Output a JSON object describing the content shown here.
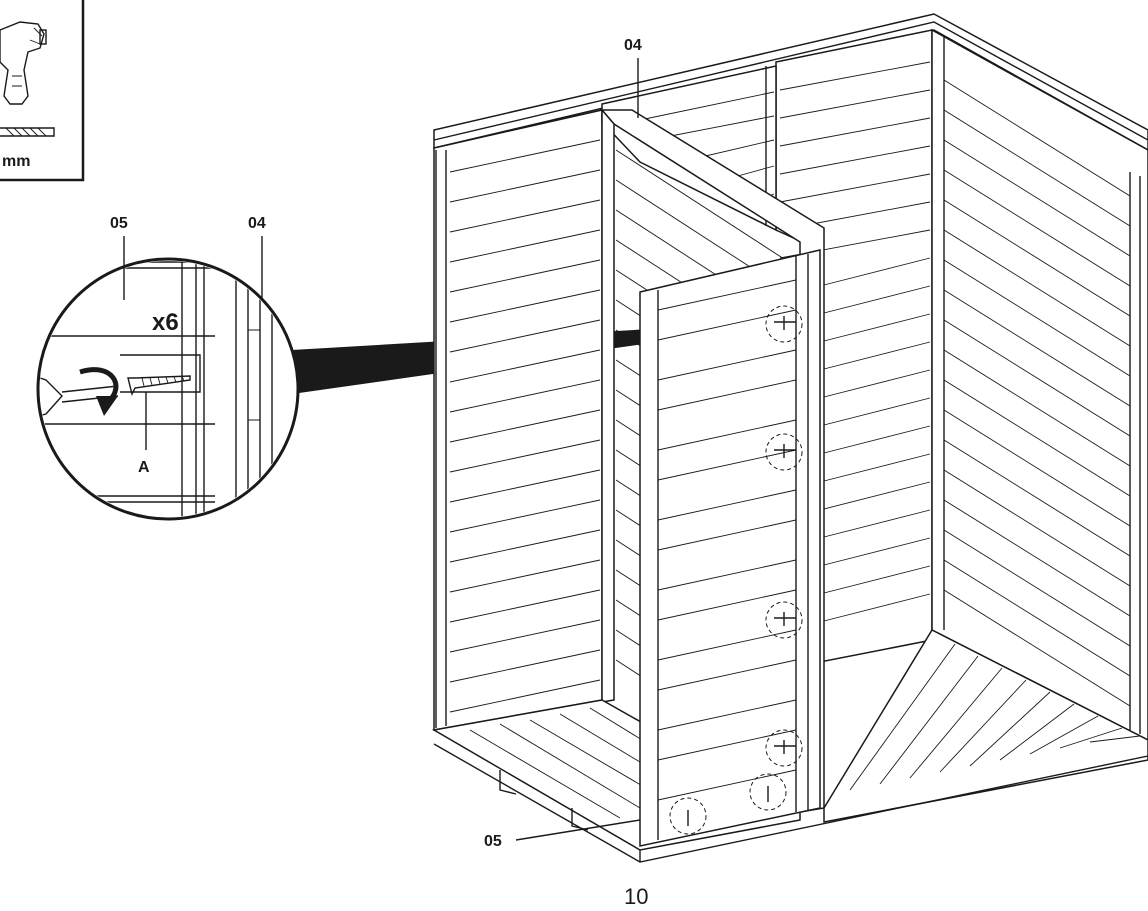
{
  "tool_box": {
    "drill_bit_size": "mm"
  },
  "detail": {
    "label_left": "05",
    "label_right": "04",
    "quantity": "x6",
    "screw_label": "A"
  },
  "shed": {
    "label_top": "04",
    "label_bottom": "05"
  },
  "page": {
    "number": "10"
  },
  "colors": {
    "ink": "#1a1a1a",
    "paper": "#ffffff"
  }
}
